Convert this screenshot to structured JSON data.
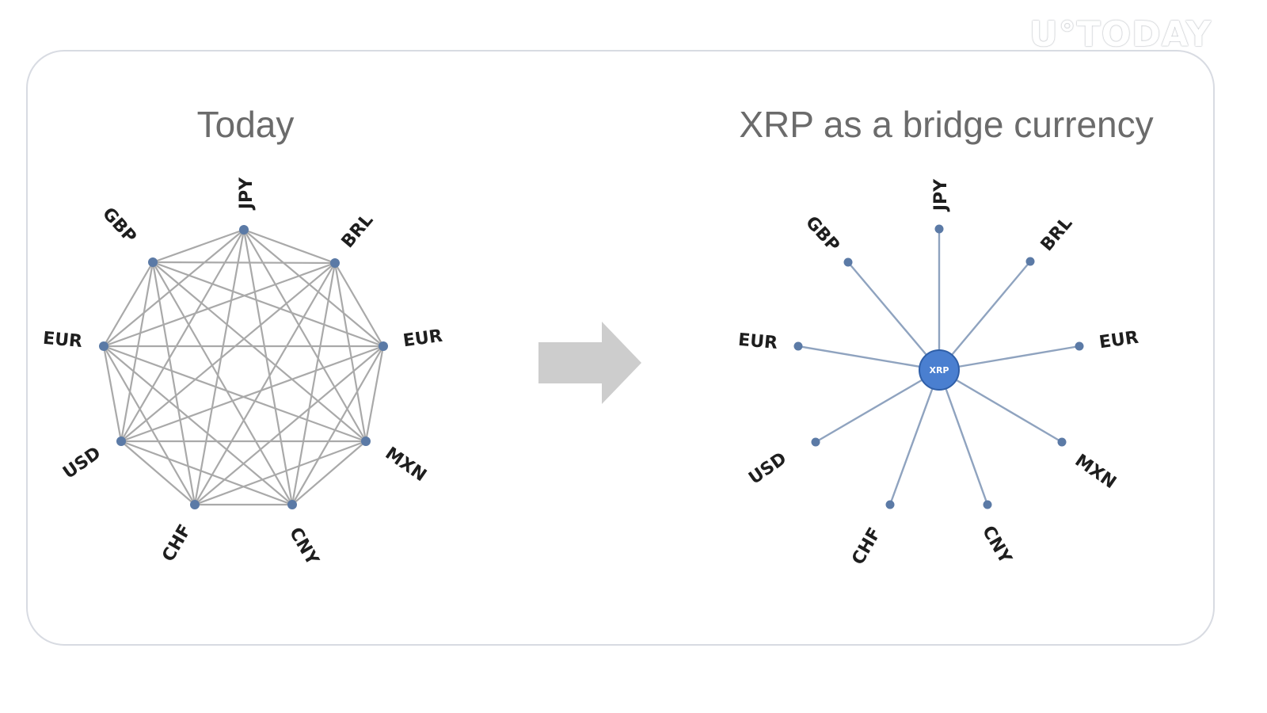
{
  "watermark": "U°TODAY",
  "left_panel": {
    "title": "Today",
    "nodes": [
      "JPY",
      "BRL",
      "EUR",
      "MXN",
      "CNY",
      "CHF",
      "USD",
      "EUR",
      "GBP"
    ]
  },
  "right_panel": {
    "title": "XRP as a bridge currency",
    "hub": "XRP",
    "nodes": [
      "JPY",
      "BRL",
      "EUR",
      "MXN",
      "CNY",
      "CHF",
      "USD",
      "EUR",
      "GBP"
    ]
  },
  "colors": {
    "edge": "#a9a9a9",
    "node": "#5b7aa6",
    "hub": "#4a7fd0",
    "arrow": "#cdcdcd",
    "frame": "#d8dbe2",
    "title": "#6b6b6b"
  }
}
